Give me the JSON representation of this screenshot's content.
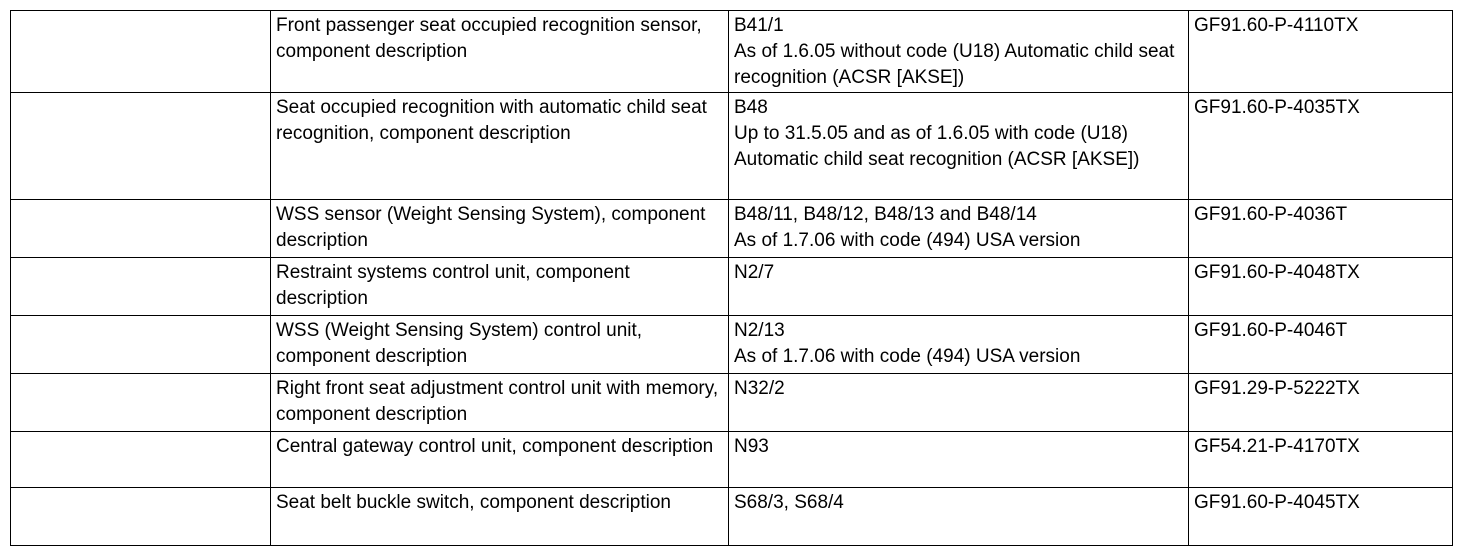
{
  "rows": [
    {
      "component": "Front passenger seat occupied recognition sensor, component description",
      "code": "B41/1",
      "note": "As of 1.6.05 without code (U18) Automatic child seat recognition (ACSR [AKSE])",
      "doc": "GF91.60-P-4110TX"
    },
    {
      "component": "Seat occupied recognition with automatic child seat recognition, component description",
      "code": "B48",
      "note": "Up to 31.5.05 and as of 1.6.05 with code (U18) Automatic child seat recognition (ACSR [AKSE])",
      "doc": "GF91.60-P-4035TX"
    },
    {
      "component": "WSS sensor (Weight Sensing System), component description",
      "code": "B48/11, B48/12, B48/13 and B48/14",
      "note": "As of 1.7.06 with code (494) USA version",
      "doc": "GF91.60-P-4036T"
    },
    {
      "component": "Restraint systems control unit, component description",
      "code": "N2/7",
      "note": "",
      "doc": "GF91.60-P-4048TX"
    },
    {
      "component": "WSS (Weight Sensing System) control unit, component description",
      "code": "N2/13",
      "note": "As of 1.7.06 with code (494) USA version",
      "doc": "GF91.60-P-4046T"
    },
    {
      "component": "Right front seat adjustment control unit with memory, component description",
      "code": "N32/2",
      "note": "",
      "doc": "GF91.29-P-5222TX"
    },
    {
      "component": "Central gateway control unit, component description",
      "code": "N93",
      "note": "",
      "doc": "GF54.21-P-4170TX"
    },
    {
      "component": "Seat belt buckle switch, component description",
      "code": "S68/3, S68/4",
      "note": "",
      "doc": "GF91.60-P-4045TX"
    }
  ]
}
